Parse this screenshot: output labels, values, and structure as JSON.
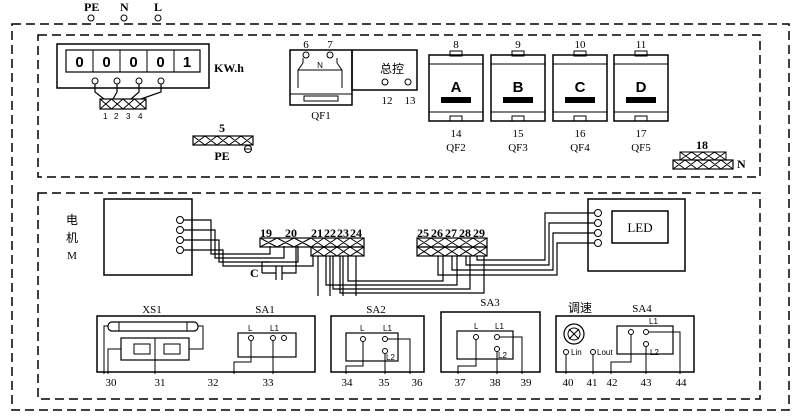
{
  "supply_labels": [
    "PE",
    "N",
    "L"
  ],
  "meter": {
    "digits": [
      "0",
      "0",
      "0",
      "0",
      "1"
    ],
    "unit": "KW.h",
    "terminal_numbers": [
      "1",
      "2",
      "3",
      "4"
    ]
  },
  "pe_bar": {
    "number": "5",
    "label": "PE"
  },
  "qf1": {
    "top_numbers": [
      "6",
      "7"
    ],
    "pole_label": "N",
    "name": "QF1",
    "master_label": "总控",
    "master_numbers": [
      "12",
      "13"
    ]
  },
  "breakers": [
    {
      "top": "8",
      "letter": "A",
      "bottom": "14",
      "name": "QF2"
    },
    {
      "top": "9",
      "letter": "B",
      "bottom": "15",
      "name": "QF3"
    },
    {
      "top": "10",
      "letter": "C",
      "bottom": "16",
      "name": "QF4"
    },
    {
      "top": "11",
      "letter": "D",
      "bottom": "17",
      "name": "QF5"
    }
  ],
  "n_bar": {
    "number": "18",
    "label": "N"
  },
  "motor": {
    "label_lines": [
      "电",
      "机",
      "M"
    ]
  },
  "terminal_block_left": {
    "numbers": [
      "19",
      "20",
      "21",
      "22",
      "23",
      "24"
    ]
  },
  "capacitor": {
    "label": "C"
  },
  "terminal_block_right": {
    "numbers": [
      "25",
      "26",
      "27",
      "28",
      "29"
    ]
  },
  "led": {
    "label": "LED"
  },
  "lower_boxes": {
    "xs1": "XS1",
    "sa1": "SA1",
    "sa2": "SA2",
    "sa3": "SA3",
    "speed": "调速",
    "sa4": "SA4"
  },
  "switch_labels": {
    "l": "L",
    "l1": "L1",
    "l2": "L2"
  },
  "speed_labels": {
    "lin": "Lin",
    "lout": "Lout"
  },
  "bottom_numbers": [
    "30",
    "31",
    "32",
    "33",
    "34",
    "35",
    "36",
    "37",
    "38",
    "39",
    "40",
    "41",
    "42",
    "43",
    "44"
  ]
}
